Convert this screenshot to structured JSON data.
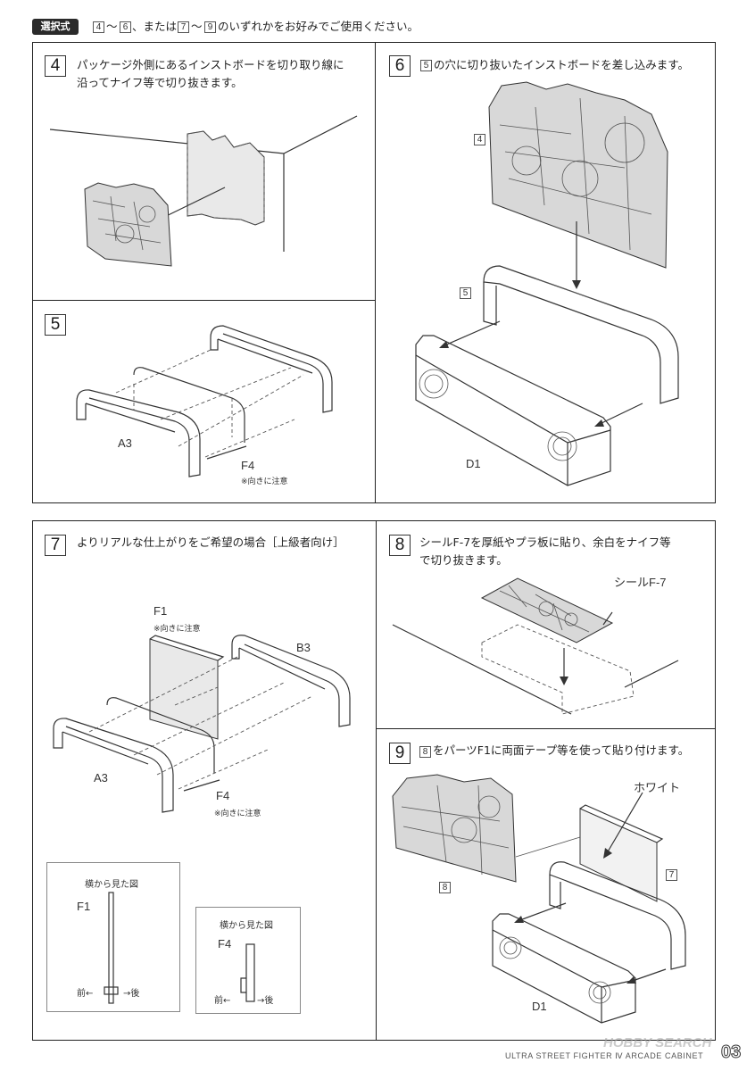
{
  "header": {
    "badge": "選択式",
    "part_a": "4",
    "sep1": "～",
    "part_b": "6",
    "mid": "、または",
    "part_c": "7",
    "sep2": "～",
    "part_d": "9",
    "tail": "のいずれかをお好みでご使用ください。"
  },
  "step4": {
    "num": "4",
    "line1": "パッケージ外側にあるインストボードを切り取り線に",
    "line2": "沿ってナイフ等で切り抜きます。"
  },
  "step5": {
    "num": "5",
    "label_a3": "A3",
    "label_f4": "F4",
    "note_f4": "※向きに注意"
  },
  "step6": {
    "num": "6",
    "ref": "5",
    "text": "の穴に切り抜いたインストボードを差し込みます。",
    "tag4": "4",
    "tag5": "5",
    "label_d1": "D1"
  },
  "step7": {
    "num": "7",
    "text": "よりリアルな仕上がりをご希望の場合［上級者向け］",
    "label_f1": "F1",
    "note_f1": "※向きに注意",
    "label_b3": "B3",
    "label_a3": "A3",
    "label_f4": "F4",
    "note_f4": "※向きに注意",
    "side1": {
      "title": "横から見た図",
      "part": "F1",
      "front": "前←",
      "back": "→後"
    },
    "side2": {
      "title": "横から見た図",
      "part": "F4",
      "front": "前←",
      "back": "→後"
    }
  },
  "step8": {
    "num": "8",
    "line1": "シールF-7を厚紙やプラ板に貼り、余白をナイフ等",
    "line2": "で切り抜きます。",
    "sticker": "シールF-7"
  },
  "step9": {
    "num": "9",
    "ref": "8",
    "text": "をパーツF1に両面テープ等を使って貼り付けます。",
    "white": "ホワイト",
    "tag8": "8",
    "tag7": "7",
    "label_d1": "D1"
  },
  "footer": {
    "product": "ULTRA STREET FIGHTER Ⅳ ARCADE CABINET",
    "watermark": "HOBBY SEARCH",
    "page": "03"
  }
}
